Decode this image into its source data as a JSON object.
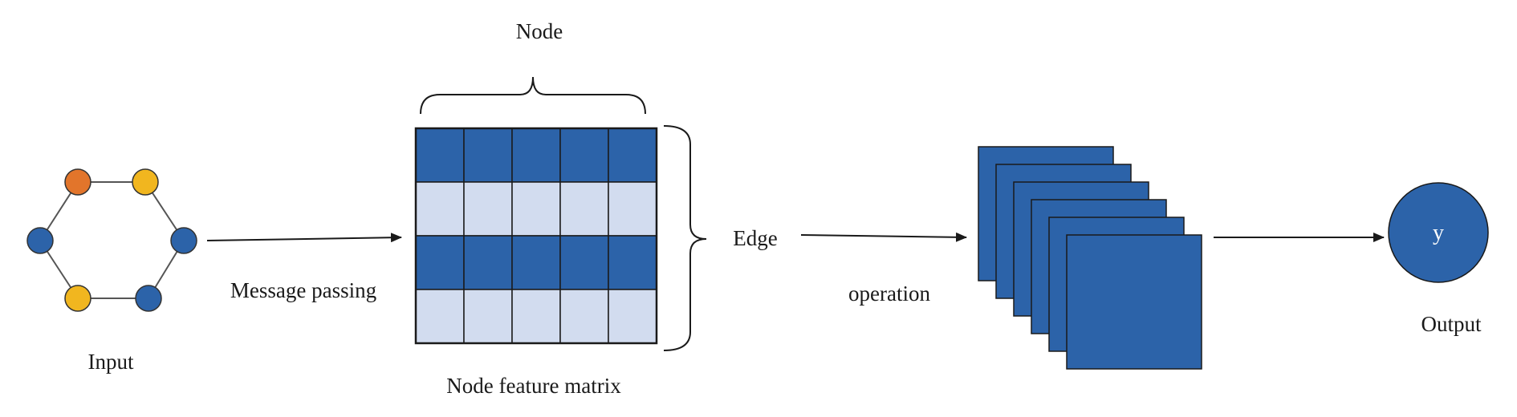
{
  "labels": {
    "input": "Input",
    "message_passing": "Message passing",
    "node_top": "Node",
    "edge": "Edge",
    "matrix_caption": "Node feature matrix",
    "operation": "operation",
    "output_symbol": "y",
    "output": "Output"
  },
  "colors": {
    "node_blue": "#2c63a9",
    "node_orange": "#e2752b",
    "node_yellow": "#f1b61f",
    "cell_dark": "#2c63a9",
    "cell_light": "#d2dcef",
    "stroke": "#1a1a1a",
    "edge_line": "#555555"
  },
  "graph": {
    "nodes": [
      {
        "id": "n1",
        "color": "orange"
      },
      {
        "id": "n2",
        "color": "yellow"
      },
      {
        "id": "n3",
        "color": "blue"
      },
      {
        "id": "n4",
        "color": "blue"
      },
      {
        "id": "n5",
        "color": "yellow"
      },
      {
        "id": "n6",
        "color": "blue"
      }
    ]
  },
  "matrix": {
    "rows": [
      "dark",
      "light",
      "dark",
      "light"
    ],
    "columns": 5
  },
  "feature_maps": {
    "count": 6
  }
}
